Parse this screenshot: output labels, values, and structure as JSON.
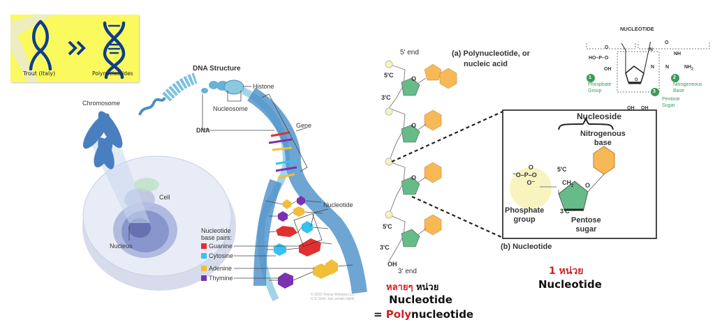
{
  "badge": {
    "left_caption": "Trout (Italy)",
    "right_caption": "Polynucleotides",
    "left_icon": "fish-icon",
    "arrow_icon": "double-chevron-right-icon",
    "right_icon": "dna-helix-icon",
    "background": "#fafa5e",
    "icon_color": "#0d3d8a"
  },
  "dna_structure": {
    "title": "DNA Structure",
    "labels": {
      "chromosome": "Chromosome",
      "histone": "Histone",
      "nucleosome": "Nucleosome",
      "dna": "DNA",
      "gene": "Gene",
      "cell": "Cell",
      "nucleus": "Nucleus",
      "nucleotide": "Nucleotide"
    },
    "legend": {
      "title_line1": "Nucleotide",
      "title_line2": "base pairs:",
      "items": [
        {
          "label": "Guanine",
          "color": "#e03030"
        },
        {
          "label": "Cytosine",
          "color": "#38c0ee"
        },
        {
          "label": "Adenine",
          "color": "#f2be38"
        },
        {
          "label": "Thymine",
          "color": "#7a32b0"
        }
      ]
    },
    "copyright_line1": "© 2015 Terese Winslow LLC",
    "copyright_line2": "U.S. Govt. has certain rights"
  },
  "polynucleotide": {
    "title_line1": "(a) Polynucleotide, or",
    "title_line2": "nucleic acid",
    "five_end": "5' end",
    "three_end": "3' end",
    "c5": "5'C",
    "c3": "3'C",
    "oh": "OH",
    "ring_o": "O",
    "caption_red": "หลายๆ",
    "caption_black": " หน่วย",
    "caption_line2": "Nucleotide",
    "caption_line3_prefix": "= ",
    "caption_line3_red": "Poly",
    "caption_line3_rest": "nucleotide"
  },
  "nucleotide_detail": {
    "nucleoside": "Nucleoside",
    "nitrogenous_line1": "Nitrogenous",
    "nitrogenous_line2": "base",
    "c5": "5'C",
    "ch2": "CH",
    "ch2_sub": "2",
    "ring_o": "O",
    "c3": "3'C",
    "phosphate_line1": "Phosphate",
    "phosphate_line2": "group",
    "pentose_line1": "Pentose",
    "pentose_line2": "sugar",
    "phosphate_formula_top": "O",
    "phosphate_formula_mid": "⁻O–P–O",
    "phosphate_formula_bot": "O⁻",
    "caption": "(b) Nucleotide"
  },
  "nucleotide_structure": {
    "title": "NUCLEOTIDE",
    "ho_p_o": "HO–P–O",
    "oh": "OH",
    "o_top": "O",
    "sugar_oh_left": "OH",
    "sugar_oh_right": "OH",
    "ring_o": "O",
    "base_o": "O",
    "base_nh": "NH",
    "base_n1": "N",
    "base_n2": "N",
    "base_n3": "N",
    "base_nh2": "NH",
    "base_nh2_sub": "2",
    "markers": [
      {
        "number": "1",
        "line1": "Phosphate",
        "line2": "Group"
      },
      {
        "number": "2",
        "line1": "Nitrogeneous",
        "line2": "Base"
      },
      {
        "number": "3",
        "line1": "Pentose",
        "line2": "Sugar"
      }
    ],
    "marker_color": "#3d9a58"
  },
  "unit_caption": {
    "line1_red": "1 หน่วย",
    "line2": "Nucleotide"
  },
  "colors": {
    "sugar": "#66bb88",
    "base": "#f7b955",
    "phosphate": "#f8f3b8",
    "accent_red": "#d32020"
  }
}
